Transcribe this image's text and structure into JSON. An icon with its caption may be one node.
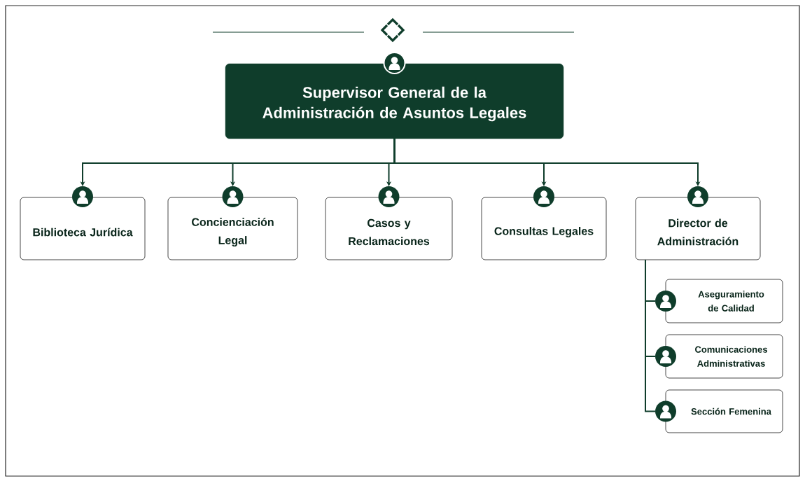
{
  "diagram": {
    "nodes": [
      {
        "text": [
          "Supervisor General de la Administración de Asuntos Legales"
        ]
      },
      {
        "text": [
          "Biblioteca Jurídica"
        ]
      },
      {
        "text": [
          "Concienciación Legal"
        ]
      },
      {
        "text": [
          "Casos y Reclamaciones"
        ]
      },
      {
        "text": [
          "Consultas Legales"
        ]
      },
      {
        "text": [
          "Director de Administración"
        ]
      },
      {
        "text": [
          "Aseguramiento de Calidad"
        ]
      },
      {
        "text": [
          "Comunicaciones Administrativas"
        ]
      },
      {
        "text": [
          "Sección Femenina"
        ]
      }
    ],
    "edges": [
      {
        "from": 0,
        "to": 1,
        "arrow": "to"
      },
      {
        "from": 0,
        "to": 2,
        "arrow": "to"
      },
      {
        "from": 0,
        "to": 3,
        "arrow": "to"
      },
      {
        "from": 0,
        "to": 4,
        "arrow": "to"
      },
      {
        "from": 0,
        "to": 5,
        "arrow": "to"
      },
      {
        "from": 5,
        "to": 6,
        "arrow": "none"
      },
      {
        "from": 5,
        "to": 7,
        "arrow": "none"
      },
      {
        "from": 5,
        "to": 8,
        "arrow": "none"
      }
    ]
  }
}
